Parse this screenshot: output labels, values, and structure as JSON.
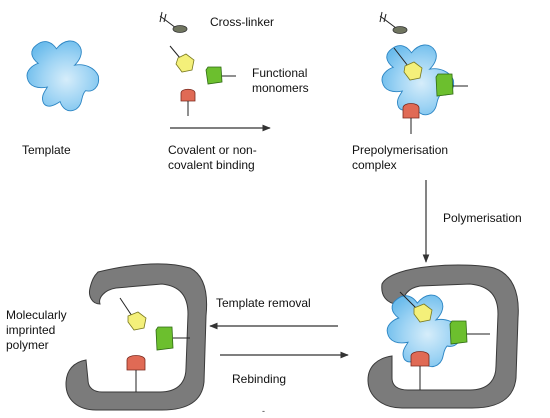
{
  "labels": {
    "cross_linker": "Cross-linker",
    "functional_monomers": [
      "Functional",
      "monomers"
    ],
    "template": "Template",
    "binding": [
      "Covalent or non-",
      "covalent binding"
    ],
    "prepolymerisation": [
      "Prepolymerisation",
      "complex"
    ],
    "polymerisation": "Polymerisation",
    "template_removal": "Template removal",
    "rebinding": "Rebinding",
    "mip": [
      "Molecularly",
      "imprinted",
      "polymer"
    ]
  },
  "colors": {
    "template_fill": "#7cc4f0",
    "template_highlight": "#d6edfa",
    "monomer_yellow": "#f4f07a",
    "monomer_green": "#6cbf2e",
    "monomer_red": "#e06a55",
    "crosslinker_fill": "#707560",
    "polymer_fill": "#7b7b7b",
    "arrow": "#333333"
  }
}
